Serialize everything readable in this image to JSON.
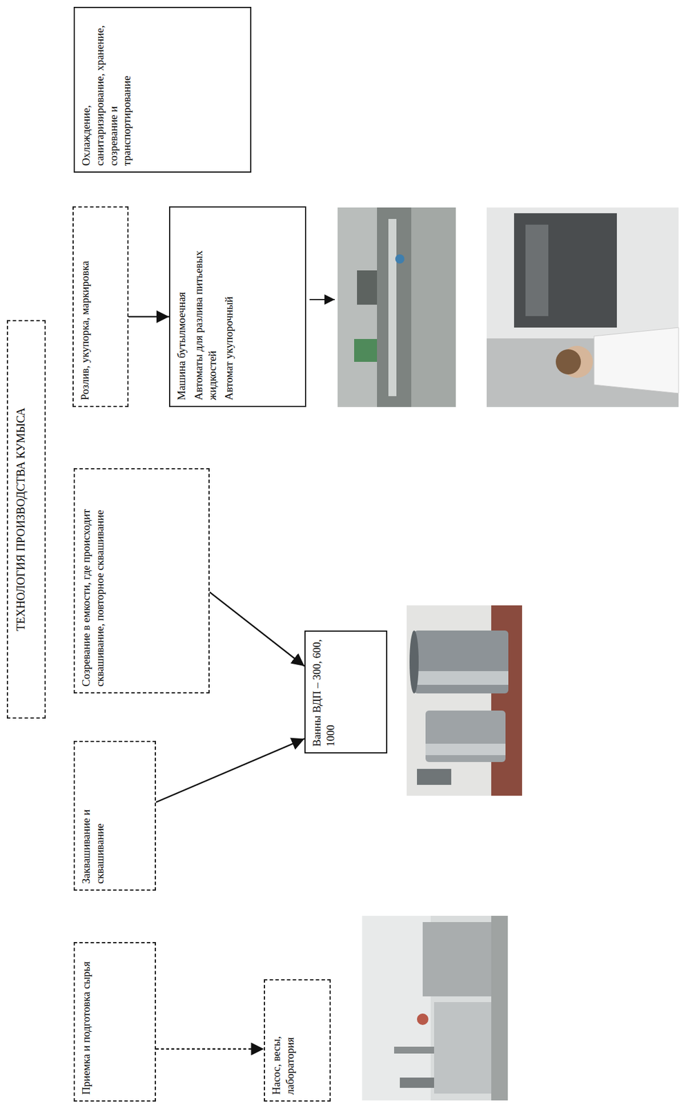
{
  "diagram": {
    "title": "ТЕХНОЛОГИЯ ПРОИЗВОДСТВА КУМЫСА",
    "nodes": [
      {
        "text": [
          "Приемка и подготовка сырья"
        ]
      },
      {
        "text": [
          "Насос, весы, лаборатория"
        ]
      },
      {
        "text": [
          "Заквашивание и сквашивание"
        ]
      },
      {
        "text": [
          "Созревание в емкости, где происходит сквашивание, повторное сквашивание"
        ]
      },
      {
        "text": [
          "Ванны ВДП – 300, 600, 1000"
        ]
      },
      {
        "text": [
          "Розлив, укупорка, маркировка"
        ]
      },
      {
        "text": [
          "Машина бутылмоечная",
          "Автоматы для разлива питьевых жидкостей",
          "Автомат укупорочный"
        ]
      },
      {
        "text": [
          "Охлаждение, санитаризирование, хранение, созревание и транспортирование"
        ]
      }
    ],
    "edges": [
      {
        "from": 0,
        "to": 1,
        "arrow": "to"
      },
      {
        "from": 2,
        "to": 4,
        "arrow": "to"
      },
      {
        "from": 3,
        "to": 4,
        "arrow": "to"
      },
      {
        "from": 5,
        "to": 6,
        "arrow": "to"
      }
    ]
  }
}
